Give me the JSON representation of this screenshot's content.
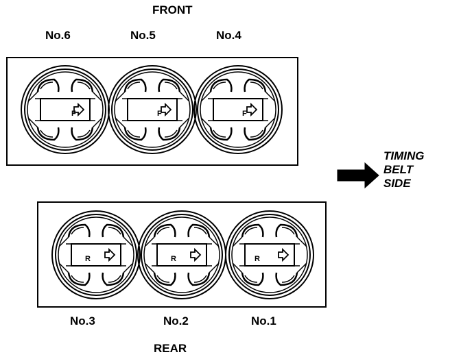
{
  "labels": {
    "front": "FRONT",
    "rear": "REAR",
    "timing_side": [
      "TIMING",
      "BELT",
      "SIDE"
    ]
  },
  "front_bank": {
    "cylinders": [
      {
        "label": "No.6",
        "mark": "F"
      },
      {
        "label": "No.5",
        "mark": "F"
      },
      {
        "label": "No.4",
        "mark": "F"
      }
    ]
  },
  "rear_bank": {
    "cylinders": [
      {
        "label": "No.3",
        "mark": "R"
      },
      {
        "label": "No.2",
        "mark": "R"
      },
      {
        "label": "No.1",
        "mark": "R"
      }
    ]
  },
  "colors": {
    "ink": "#000000",
    "paper": "#ffffff"
  }
}
